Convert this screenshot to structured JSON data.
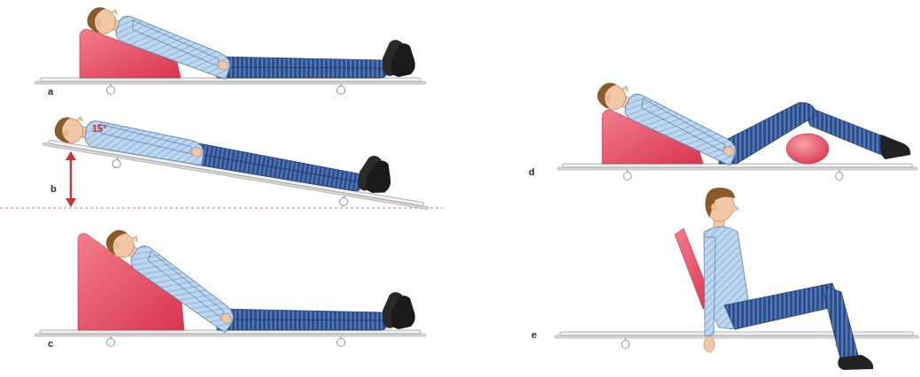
{
  "diagram": {
    "labels": [
      "a",
      "15°",
      "b",
      "c",
      "d",
      "e"
    ]
  }
}
